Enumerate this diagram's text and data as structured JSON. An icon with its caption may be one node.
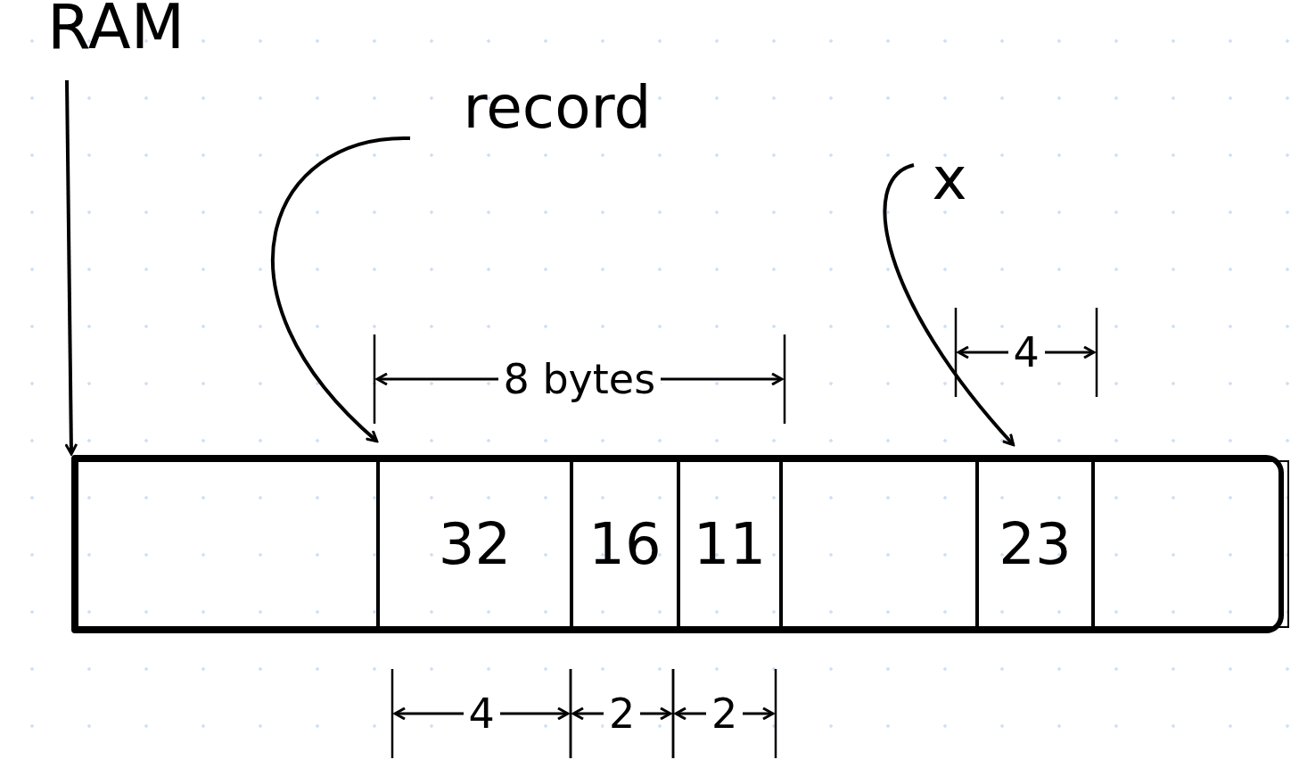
{
  "diagram": {
    "nodes": [
      {
        "text": [],
        "shape": "box"
      },
      {
        "text": [],
        "shape": "box",
        "in": 0
      },
      {
        "text": [
          "32"
        ],
        "in": 0
      },
      {
        "text": [
          "16"
        ],
        "in": 0
      },
      {
        "text": [
          "11"
        ],
        "in": 0
      },
      {
        "text": [],
        "shape": "box",
        "in": 0
      },
      {
        "text": [
          "23"
        ],
        "in": 0
      },
      {
        "text": [],
        "shape": "box",
        "in": 0
      },
      {
        "text": [
          "RAM"
        ]
      },
      {
        "text": [
          "record"
        ]
      },
      {
        "text": [
          "x"
        ]
      }
    ],
    "edges": [
      {
        "from": 8,
        "to": 0,
        "arrow": "to"
      },
      {
        "from": 9,
        "to": 2,
        "arrow": "to"
      },
      {
        "from": 10,
        "to": 6,
        "arrow": "to"
      }
    ],
    "labels": [
      "8 bytes",
      "4",
      "4",
      "2",
      "2"
    ]
  }
}
